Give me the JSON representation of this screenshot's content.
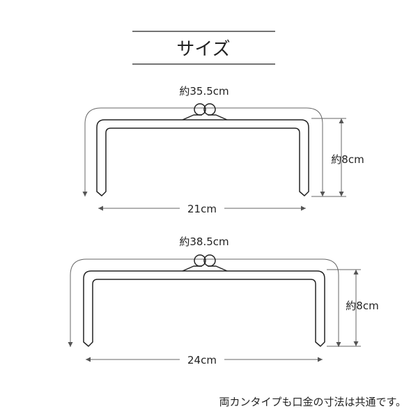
{
  "title": "サイズ",
  "frames": [
    {
      "arc_length": "約35.5cm",
      "height": "約8cm",
      "width": "21cm"
    },
    {
      "arc_length": "約38.5cm",
      "height": "約8cm",
      "width": "24cm"
    }
  ],
  "note": "両カンタイプも口金の寸法は共通です。"
}
